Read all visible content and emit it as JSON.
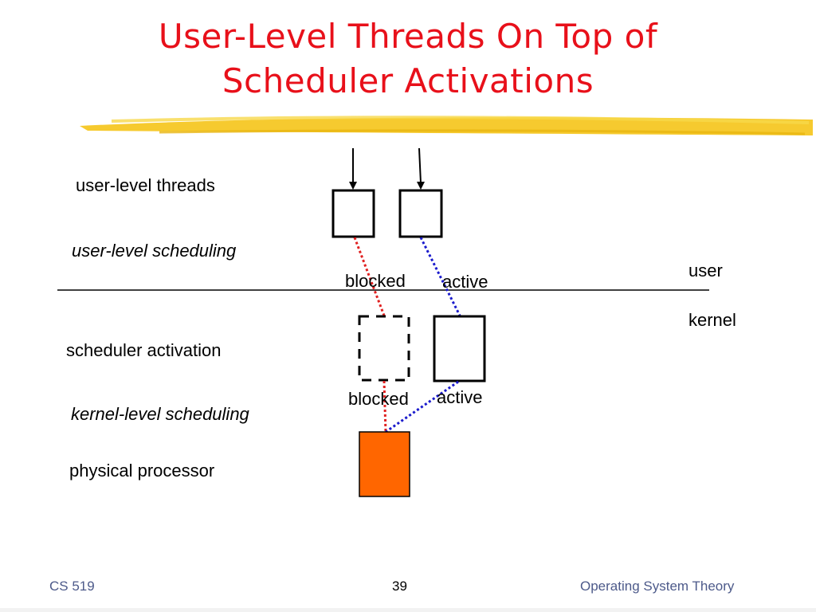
{
  "slide": {
    "title_line1": "User-Level Threads On Top of",
    "title_line2": "Scheduler Activations",
    "title_color": "#e8101a",
    "highlight_color": "#f5c418"
  },
  "labels": {
    "user_level_threads": "user-level threads",
    "user_level_scheduling": "user-level scheduling",
    "scheduler_activation": "scheduler activation",
    "kernel_level_scheduling": "kernel-level scheduling",
    "physical_processor": "physical processor",
    "user": "user",
    "kernel": "kernel",
    "blocked_upper": "blocked",
    "active_upper": "active",
    "blocked_lower": "blocked",
    "active_lower": "active"
  },
  "colors": {
    "blocked_link": "#e02020",
    "active_link": "#1a1acc",
    "processor_fill": "#ff6600"
  },
  "footer": {
    "course": "CS 519",
    "page": "39",
    "subject": "Operating System Theory",
    "text_color": "#4d5a8a"
  }
}
